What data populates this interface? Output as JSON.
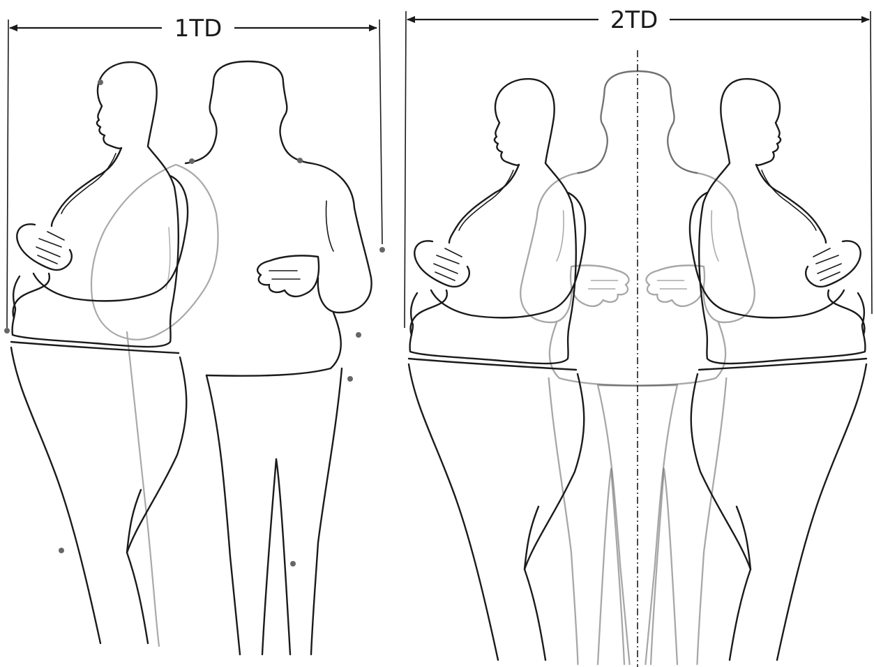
{
  "panels": [
    {
      "id": "left",
      "dimension_label": "1TD"
    },
    {
      "id": "right",
      "dimension_label": "2TD"
    }
  ]
}
